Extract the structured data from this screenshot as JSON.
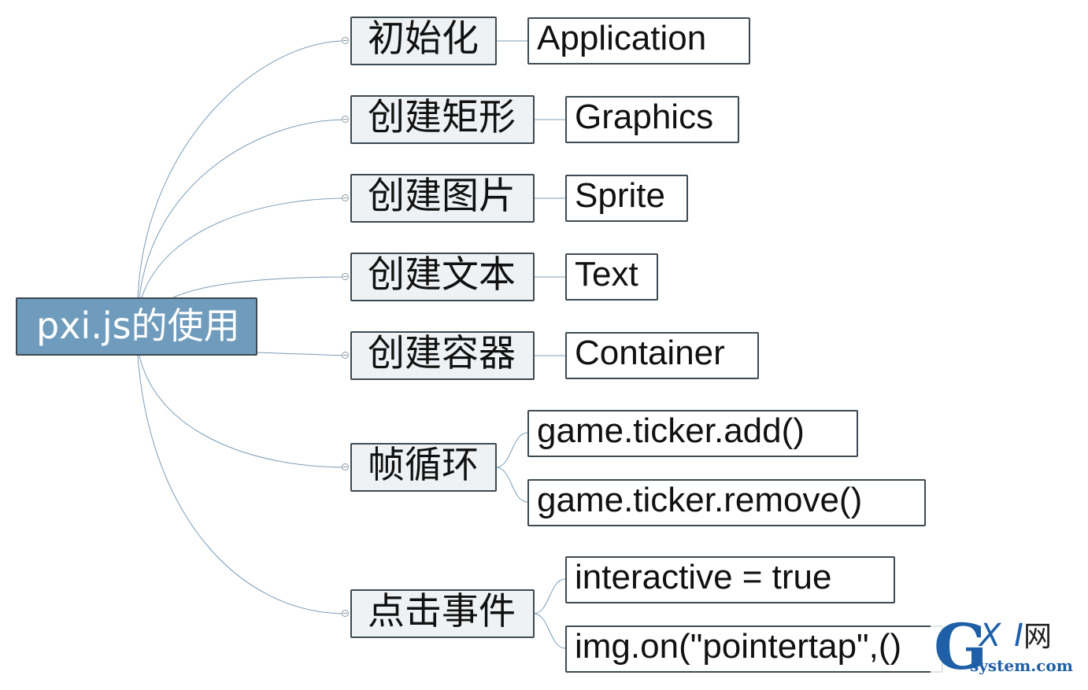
{
  "root": {
    "label": "pxi.js的使用"
  },
  "branches": [
    {
      "label": "初始化",
      "children": [
        "Application"
      ]
    },
    {
      "label": "创建矩形",
      "children": [
        "Graphics"
      ]
    },
    {
      "label": "创建图片",
      "children": [
        "Sprite"
      ]
    },
    {
      "label": "创建文本",
      "children": [
        "Text"
      ]
    },
    {
      "label": "创建容器",
      "children": [
        "Container"
      ]
    },
    {
      "label": "帧循环",
      "children": [
        "game.ticker.add()",
        "game.ticker.remove()"
      ]
    },
    {
      "label": "点击事件",
      "children": [
        "interactive = true",
        "img.on(\"pointertap\",()"
      ]
    }
  ],
  "colors": {
    "root_fill": "#6f9cbd",
    "node_fill": "#eff2f4",
    "border": "#3d4a52",
    "connector": "#7b9cb8"
  },
  "watermark": {
    "logo_text": "GXI网",
    "domain": "system.com"
  }
}
